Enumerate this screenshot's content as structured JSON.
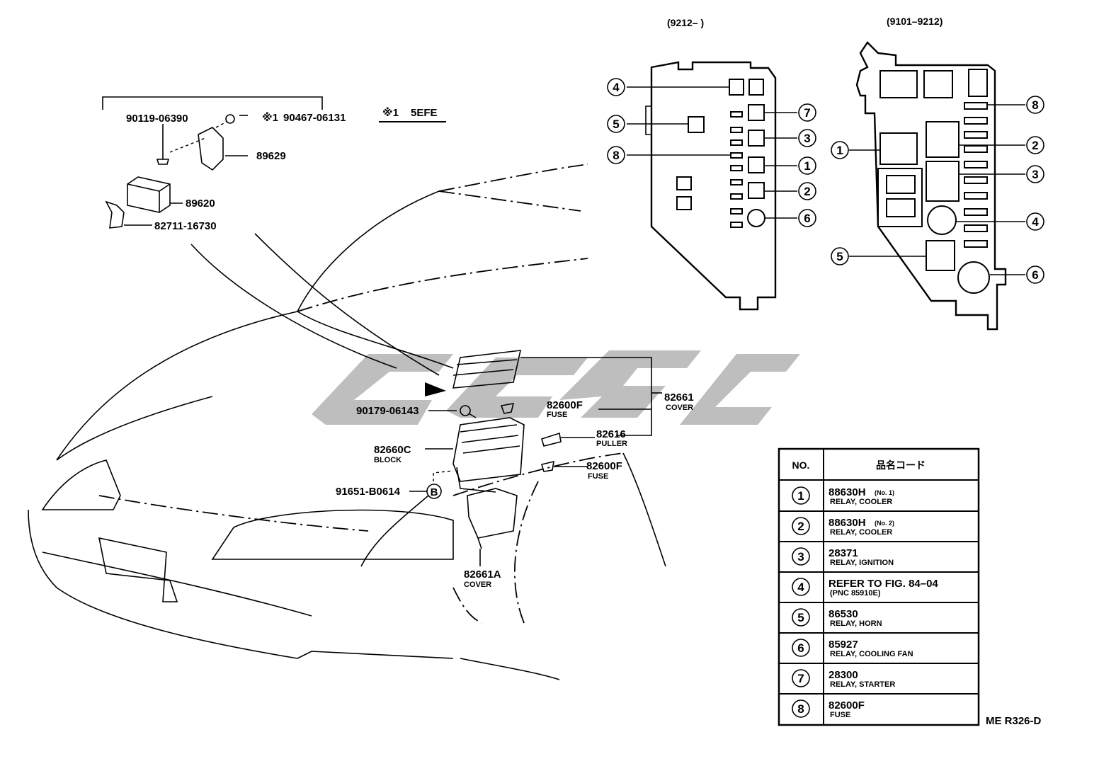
{
  "parts": {
    "p90119": "90119-06390",
    "p90467": "90467-06131",
    "p90467_mark": "※1",
    "p89629": "89629",
    "p89620": "89620",
    "p82711": "82711-16730",
    "p90179": "90179-06143",
    "p82600F_top": "82600F",
    "p82600F_top_sub": "FUSE",
    "p82616": "82616",
    "p82616_sub": "PULLER",
    "p82661": "82661",
    "p82661_sub": "COVER",
    "p82660C": "82660C",
    "p82660C_sub": "BLOCK",
    "p82600F_bot": "82600F",
    "p82600F_bot_sub": "FUSE",
    "p91651": "91651-B0614",
    "p91651_ref": "B",
    "p82661A": "82661A",
    "p82661A_sub": "COVER"
  },
  "note": {
    "mark": "※1",
    "engine": "5EFE"
  },
  "left_block": {
    "header": "(9212–        )",
    "callouts": [
      "4",
      "5",
      "8",
      "7",
      "3",
      "1",
      "2",
      "6"
    ]
  },
  "right_block": {
    "header": "(9101–9212)",
    "callouts": [
      "1",
      "5",
      "8",
      "2",
      "3",
      "4",
      "6"
    ]
  },
  "table": {
    "col_no": "NO.",
    "col_code": "品名コード",
    "rows": [
      {
        "no": "1",
        "code": "88630H",
        "tag": "(No. 1)",
        "desc": "RELAY, COOLER"
      },
      {
        "no": "2",
        "code": "88630H",
        "tag": "(No. 2)",
        "desc": "RELAY, COOLER"
      },
      {
        "no": "3",
        "code": "28371",
        "tag": "",
        "desc": "RELAY, IGNITION"
      },
      {
        "no": "4",
        "code": "REFER TO FIG. 84–04",
        "tag": "",
        "desc": "(PNC 85910E)"
      },
      {
        "no": "5",
        "code": "86530",
        "tag": "",
        "desc": "RELAY, HORN"
      },
      {
        "no": "6",
        "code": "85927",
        "tag": "",
        "desc": "RELAY, COOLING FAN"
      },
      {
        "no": "7",
        "code": "28300",
        "tag": "",
        "desc": "RELAY, STARTER"
      },
      {
        "no": "8",
        "code": "82600F",
        "tag": "",
        "desc": "FUSE"
      }
    ]
  },
  "figure_code": "ME R326-D"
}
